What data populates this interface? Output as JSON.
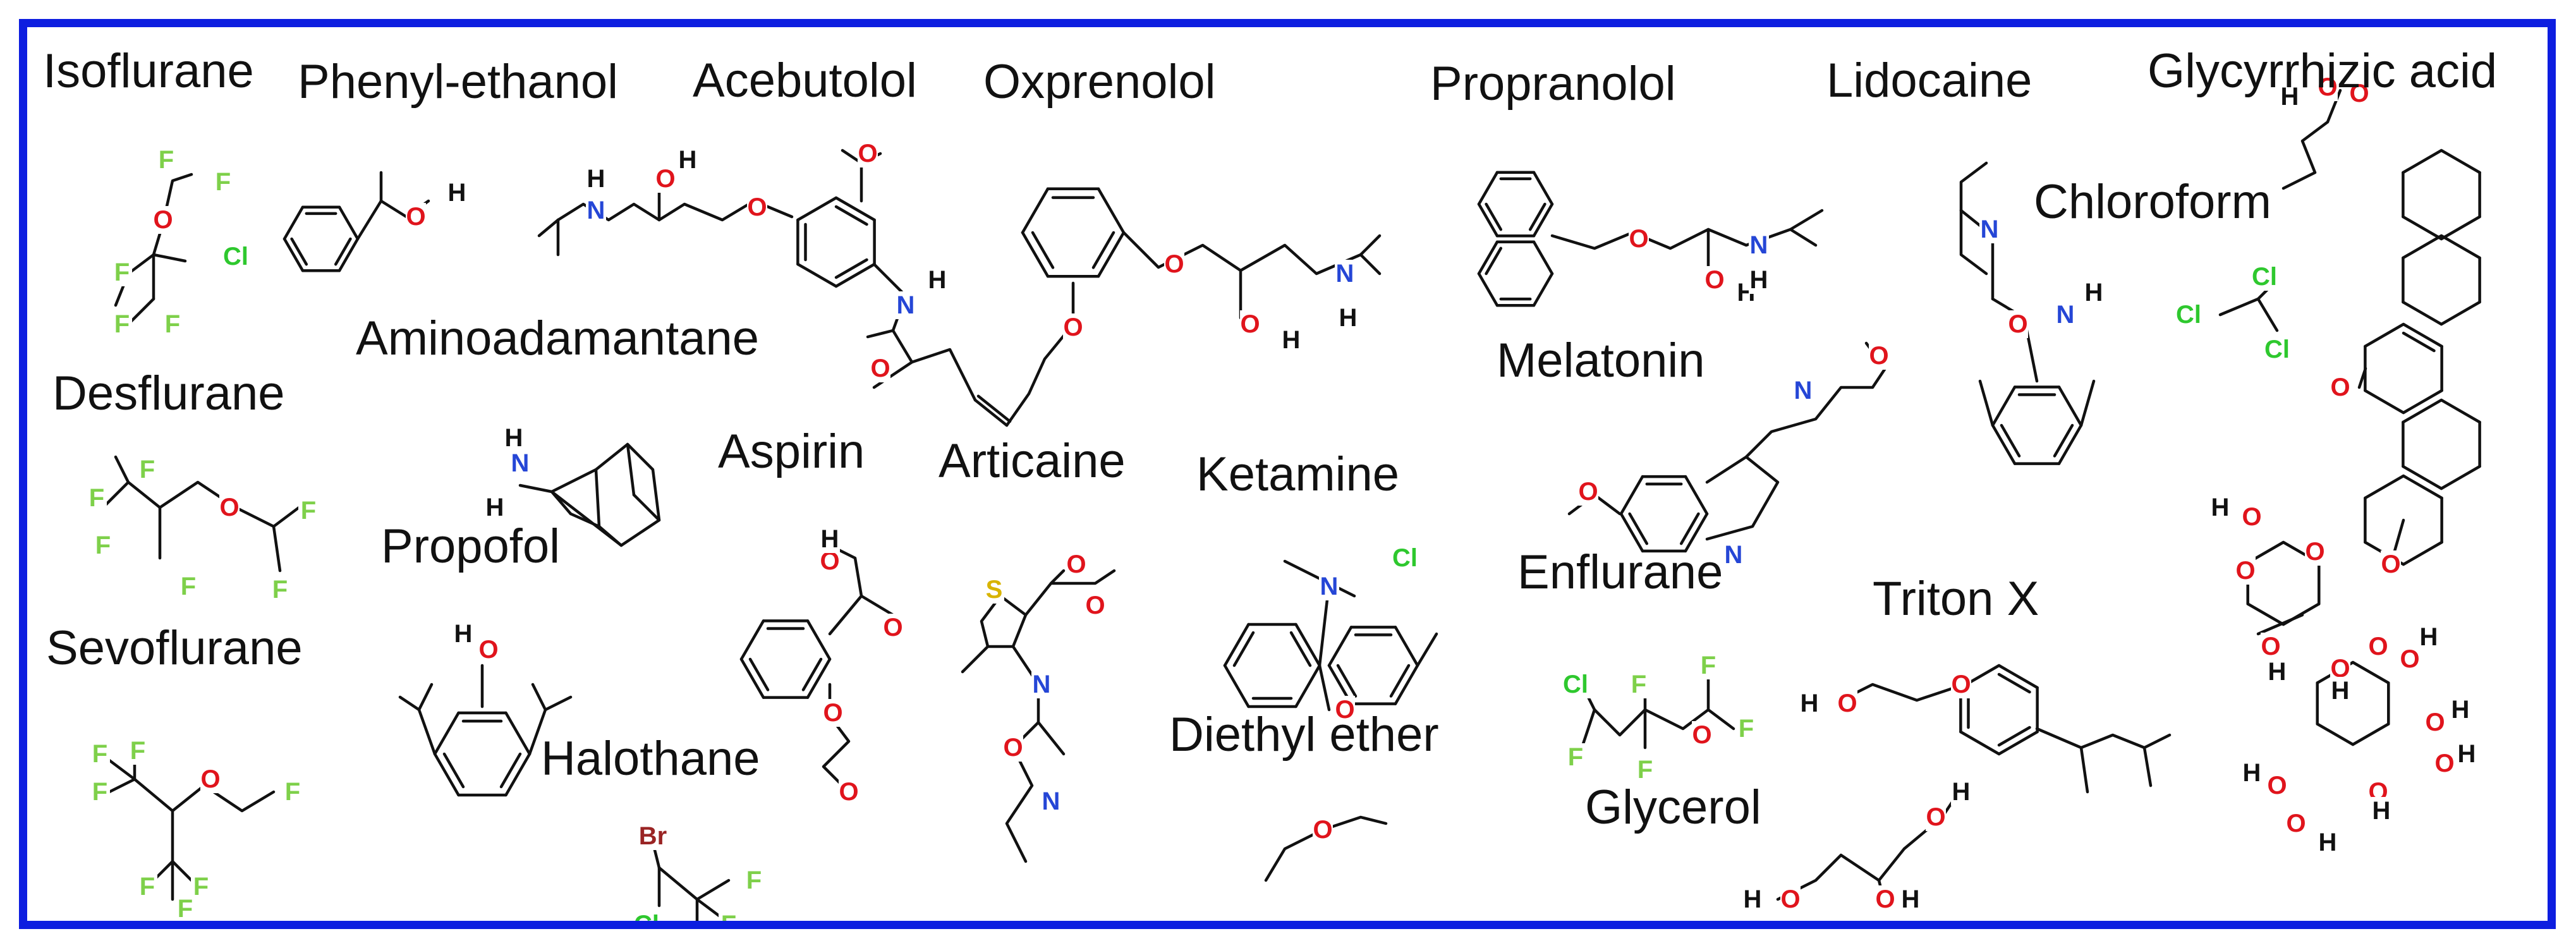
{
  "title": "",
  "colors": {
    "frame": "#0d1ee0",
    "O": "#e0141c",
    "N": "#2546d6",
    "F": "#7ed04a",
    "Cl": "#2ec82e",
    "Br": "#9a2424",
    "S": "#d8b400",
    "H": "#111111",
    "bond": "#111111"
  },
  "compounds": [
    {
      "id": "isoflurane",
      "name": "Isoflurane"
    },
    {
      "id": "phenylethanol",
      "name": "Phenyl-ethanol"
    },
    {
      "id": "acebutolol",
      "name": "Acebutolol"
    },
    {
      "id": "oxprenolol",
      "name": "Oxprenolol"
    },
    {
      "id": "propranolol",
      "name": "Propranolol"
    },
    {
      "id": "lidocaine",
      "name": "Lidocaine"
    },
    {
      "id": "glycyrrhizic",
      "name": "Glycyrrhizic acid"
    },
    {
      "id": "chloroform",
      "name": "Chloroform"
    },
    {
      "id": "aminoadamantane",
      "name": "Aminoadamantane"
    },
    {
      "id": "desflurane",
      "name": "Desflurane"
    },
    {
      "id": "melatonin",
      "name": "Melatonin"
    },
    {
      "id": "aspirin",
      "name": "Aspirin"
    },
    {
      "id": "articaine",
      "name": "Articaine"
    },
    {
      "id": "ketamine",
      "name": "Ketamine"
    },
    {
      "id": "propofol",
      "name": "Propofol"
    },
    {
      "id": "enflurane",
      "name": "Enflurane"
    },
    {
      "id": "tritonx",
      "name": "Triton X"
    },
    {
      "id": "sevoflurane",
      "name": "Sevoflurane"
    },
    {
      "id": "diethylether",
      "name": "Diethyl ether"
    },
    {
      "id": "halothane",
      "name": "Halothane"
    },
    {
      "id": "glycerol",
      "name": "Glycerol"
    }
  ],
  "atom_symbols": {
    "O": "O",
    "N": "N",
    "H": "H",
    "F": "F",
    "Cl": "Cl",
    "Br": "Br",
    "S": "S"
  }
}
